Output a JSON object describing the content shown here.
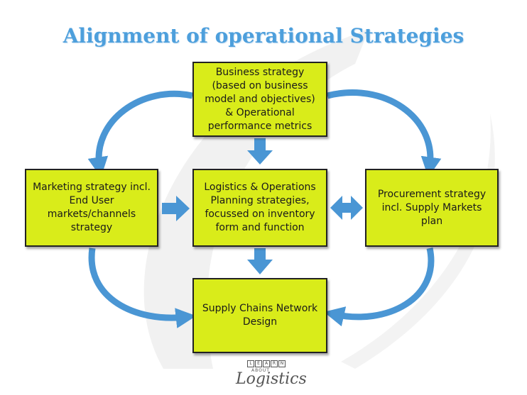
{
  "title": "Alignment of operational Strategies",
  "boxes": {
    "business": "Business strategy (based on business model and objectives) & Operational performance metrics",
    "logistics": "Logistics & Operations Planning strategies, focussed on inventory form and function",
    "marketing": "Marketing strategy incl. End User markets/channels strategy",
    "procurement": "Procurement strategy incl. Supply Markets plan",
    "network": "Supply Chains Network Design"
  },
  "logo": {
    "letters": [
      "L",
      "E",
      "A",
      "R",
      "N"
    ],
    "about": "ABOUT",
    "word": "Logistics"
  },
  "colors": {
    "title": "#4d9fdc",
    "box_fill": "#d9ec1a",
    "arrow": "#4a96d4"
  }
}
